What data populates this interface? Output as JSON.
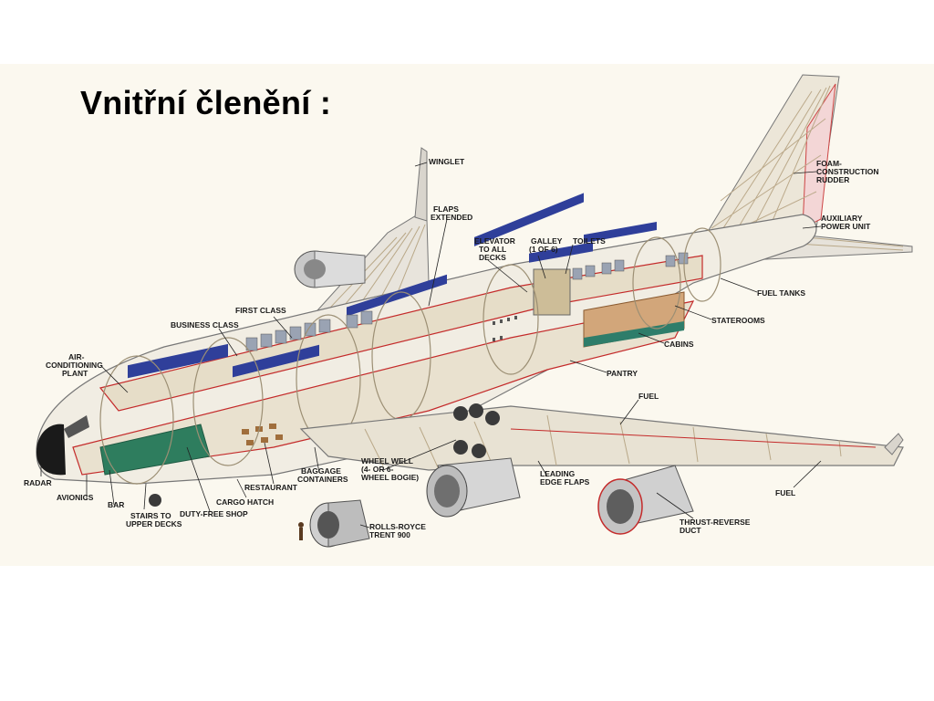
{
  "title": "Vnitřní členění :",
  "labels": {
    "winglet": [
      "WINGLET"
    ],
    "flaps_extended": [
      "FLAPS",
      "EXTENDED"
    ],
    "elevator": [
      "ELEVATOR",
      "TO ALL",
      "DECKS"
    ],
    "galley": [
      "GALLEY",
      "(1 OF 6)"
    ],
    "toilets": [
      "TOILETS"
    ],
    "foam_rudder": [
      "FOAM-",
      "CONSTRUCTION",
      "RUDDER"
    ],
    "apu": [
      "AUXILIARY",
      "POWER UNIT"
    ],
    "fuel_tanks": [
      "FUEL TANKS"
    ],
    "staterooms": [
      "STATEROOMS"
    ],
    "cabins": [
      "CABINS"
    ],
    "pantry": [
      "PANTRY"
    ],
    "first_class": [
      "FIRST CLASS"
    ],
    "business_class": [
      "BUSINESS CLASS"
    ],
    "air_conditioning": [
      "AIR-",
      "CONDITIONING",
      "PLANT"
    ],
    "fuel_mid": [
      "FUEL"
    ],
    "fuel_wing": [
      "FUEL"
    ],
    "radar": [
      "RADAR"
    ],
    "avionics": [
      "AVIONICS"
    ],
    "bar": [
      "BAR"
    ],
    "stairs": [
      "STAIRS TO",
      "UPPER DECKS"
    ],
    "duty_free": [
      "DUTY-FREE SHOP"
    ],
    "cargo_hatch": [
      "CARGO HATCH"
    ],
    "restaurant": [
      "RESTAURANT"
    ],
    "baggage": [
      "BAGGAGE",
      "CONTAINERS"
    ],
    "wheel_well": [
      "WHEEL WELL",
      "(4- OR 6-",
      "WHEEL BOGIE)"
    ],
    "leading_edge": [
      "LEADING",
      "EDGE FLAPS"
    ],
    "rolls_royce": [
      "ROLLS-ROYCE",
      "TRENT 900"
    ],
    "thrust_reverse": [
      "THRUST-REVERSE",
      "DUCT"
    ]
  }
}
